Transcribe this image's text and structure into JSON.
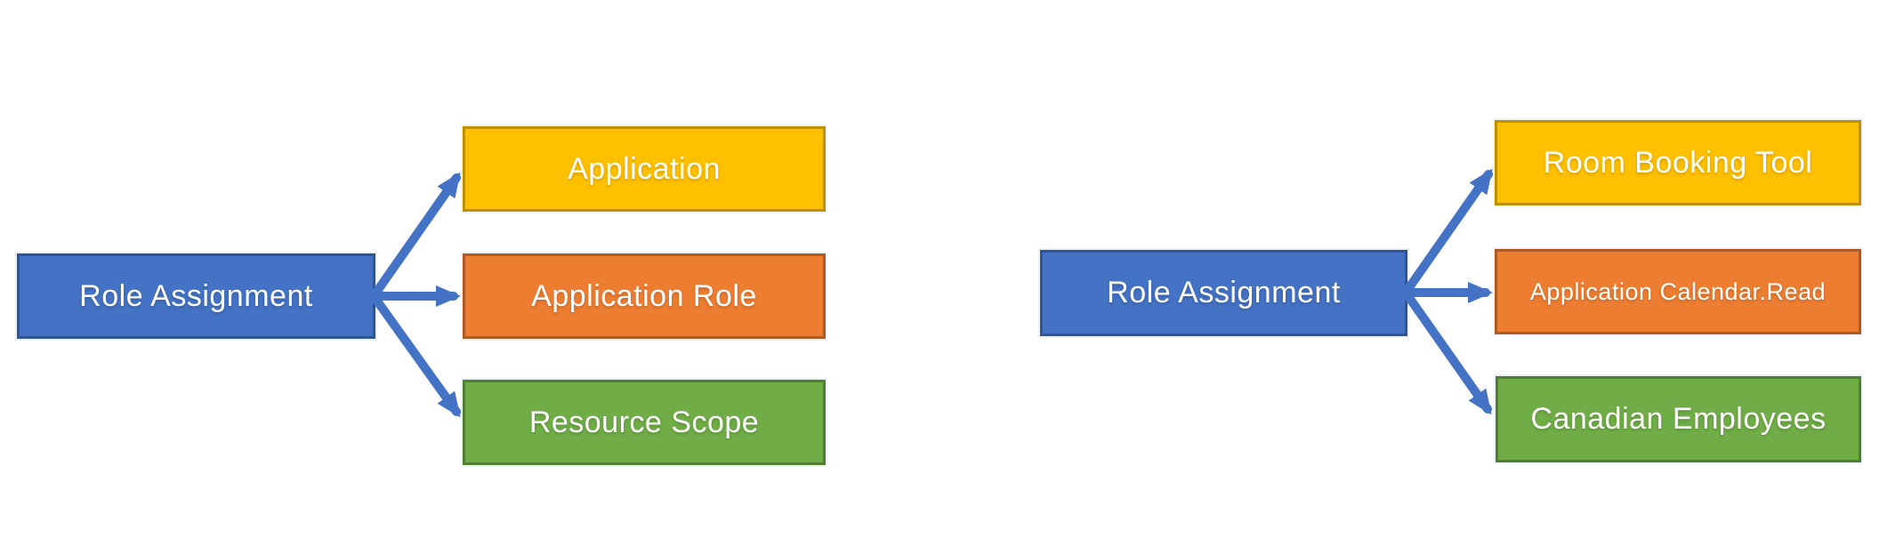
{
  "colors": {
    "blue": {
      "fill": "#4472C4",
      "border": "#2E5596"
    },
    "yellow": {
      "fill": "#FFC000",
      "border": "#BF9000"
    },
    "orange": {
      "fill": "#ED7D31",
      "border": "#AE5A21"
    },
    "green": {
      "fill": "#70AD47",
      "border": "#507E32"
    },
    "arrow": "#4472C4",
    "text": "#FFFFFF",
    "background": "#FFFFFF"
  },
  "diagrams": [
    {
      "source": {
        "label": "Role Assignment",
        "color": "blue"
      },
      "targets": [
        {
          "label": "Application",
          "color": "yellow"
        },
        {
          "label": "Application Role",
          "color": "orange"
        },
        {
          "label": "Resource Scope",
          "color": "green"
        }
      ]
    },
    {
      "source": {
        "label": "Role Assignment",
        "color": "blue"
      },
      "targets": [
        {
          "label": "Room Booking Tool",
          "color": "yellow"
        },
        {
          "label": "Application Calendar.Read",
          "color": "orange"
        },
        {
          "label": "Canadian Employees",
          "color": "green"
        }
      ]
    }
  ]
}
